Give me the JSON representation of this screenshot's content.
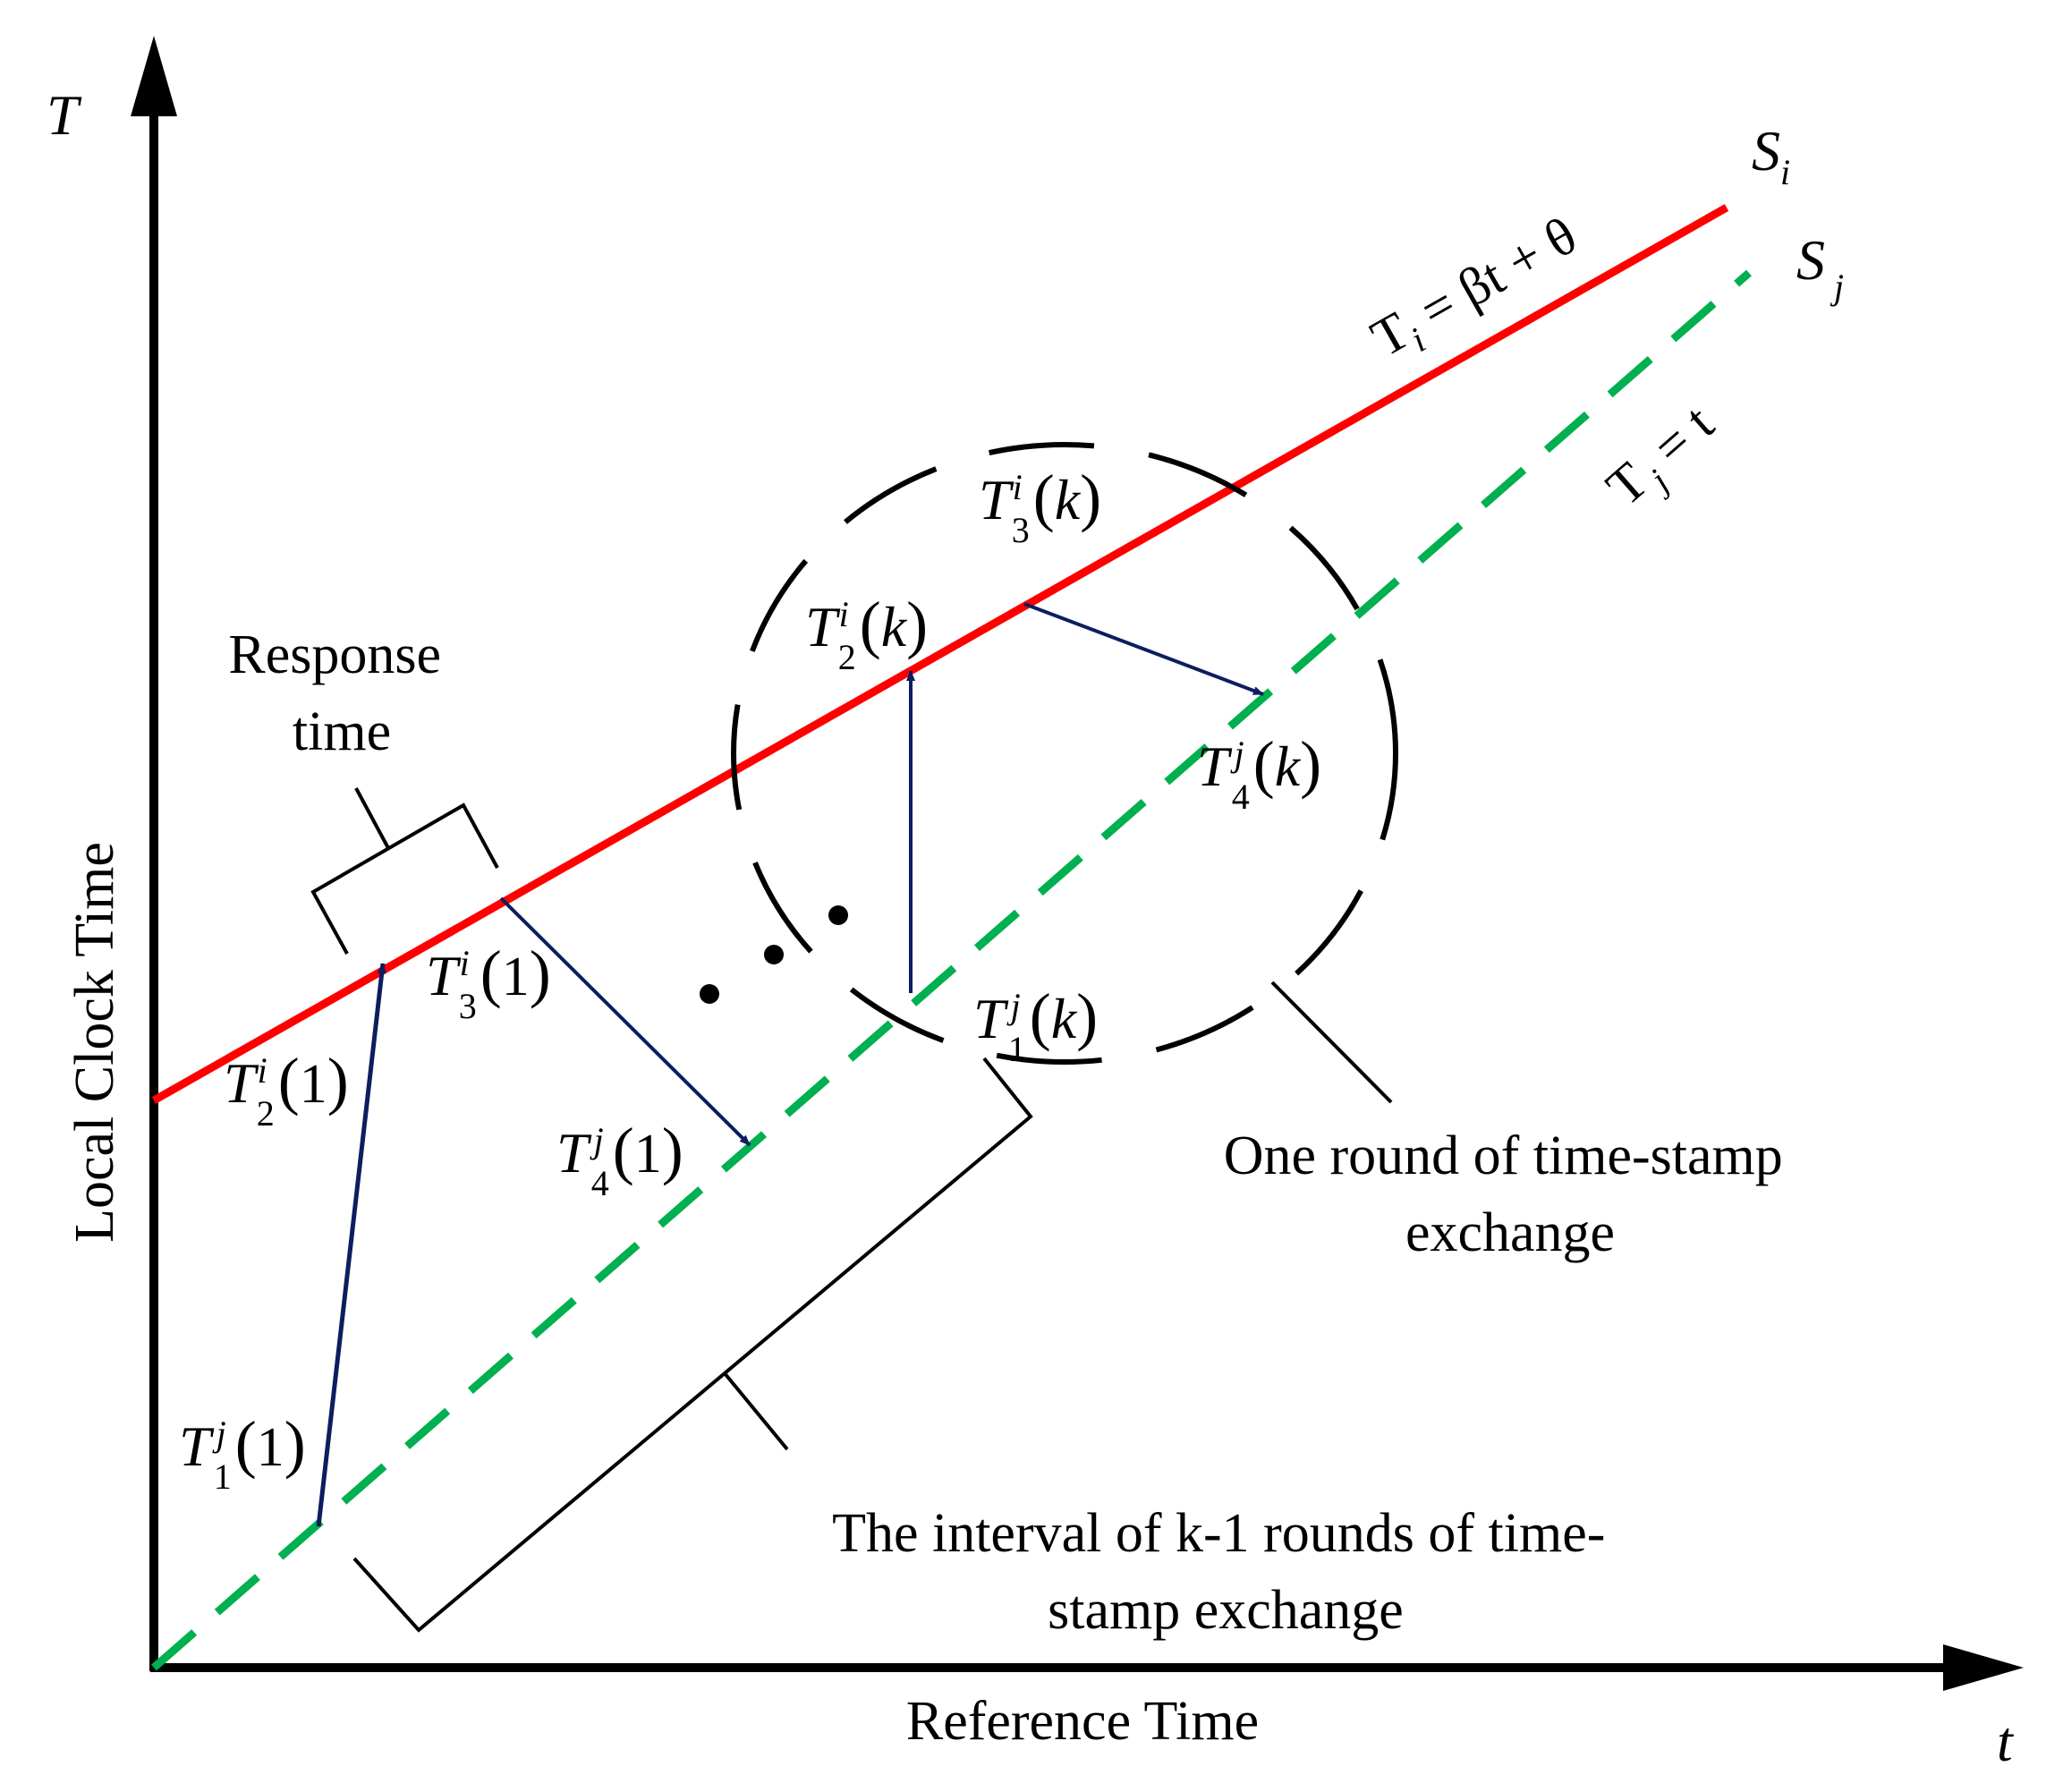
{
  "axes": {
    "y_symbol": "T",
    "x_symbol": "t",
    "y_label": "Local Clock Time",
    "x_label": "Reference Time"
  },
  "lines": {
    "si": {
      "name": "S",
      "sub": "i",
      "color": "#ff0000",
      "eq_left": "T",
      "eq_sub": "i",
      "eq_right": " = βt + θ"
    },
    "sj": {
      "name": "S",
      "sub": "j",
      "color": "#00b050",
      "eq_left": "T",
      "eq_sub": "j",
      "eq_right": " = t"
    }
  },
  "arrow_color": "#0d1d5e",
  "timestamps": {
    "t1j1": {
      "base": "T",
      "sup": "j",
      "sub": "1",
      "arg": "1"
    },
    "t2i1": {
      "base": "T",
      "sup": "i",
      "sub": "2",
      "arg": "1"
    },
    "t3i1": {
      "base": "T",
      "sup": "i",
      "sub": "3",
      "arg": "1"
    },
    "t4j1": {
      "base": "T",
      "sup": "j",
      "sub": "4",
      "arg": "1"
    },
    "t1jk": {
      "base": "T",
      "sup": "j",
      "sub": "1",
      "arg": "k"
    },
    "t2ik": {
      "base": "T",
      "sup": "i",
      "sub": "2",
      "arg": "k"
    },
    "t3ik": {
      "base": "T",
      "sup": "i",
      "sub": "3",
      "arg": "k"
    },
    "t4jk": {
      "base": "T",
      "sup": "j",
      "sub": "4",
      "arg": "k"
    }
  },
  "annotations": {
    "response_time": [
      "Response",
      "time"
    ],
    "one_round": [
      "One round of time-stamp",
      "exchange"
    ],
    "interval": [
      "The interval of k-1 rounds of time-",
      "stamp exchange"
    ]
  }
}
